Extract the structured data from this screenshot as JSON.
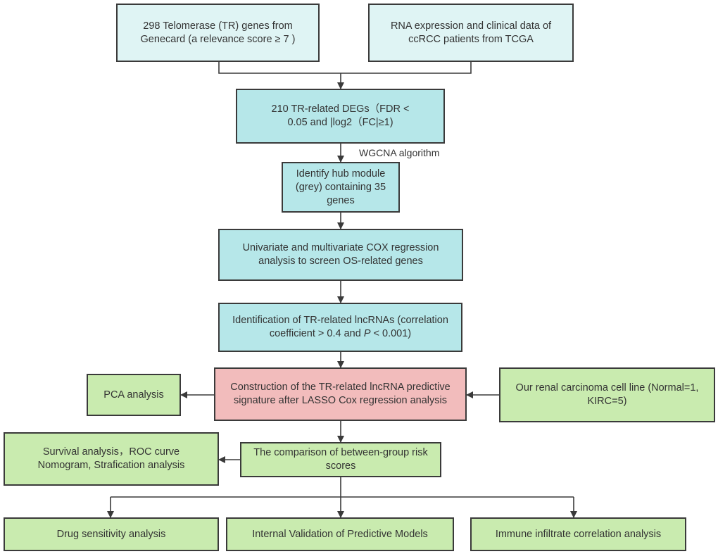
{
  "boxes": {
    "genecard": "298 Telomerase (TR) genes from Genecard (a relevance score ≥ 7 )",
    "tcga": "RNA expression and clinical data of ccRCC patients from TCGA",
    "degs": "210 TR-related DEGs（FDR < 0.05 and |log2（FC|≥1)",
    "hub": "Identify hub module (grey) containing 35 genes",
    "cox": "Univariate and multivariate COX regression analysis to screen OS-related genes",
    "lnc_pre": "Identification of TR-related lncRNAs (correlation coefficient > 0.4 and ",
    "lnc_p": "P",
    "lnc_post": " < 0.001)",
    "signature": "Construction of the TR-related lncRNA predictive signature after LASSO Cox regression analysis",
    "pca": "PCA analysis",
    "cellline": "Our renal carcinoma cell line (Normal=1, KIRC=5)",
    "comparison": "The comparison of between-group risk scores",
    "survival": "Survival analysis，ROC curve Nomogram, Strafication analysis",
    "drug": "Drug sensitivity analysis",
    "internal": "Internal Validation of Predictive Models",
    "immune": "Immune infiltrate correlation analysis"
  },
  "labels": {
    "wgcna": "WGCNA algorithm"
  },
  "colors": {
    "light": "#dff4f4",
    "teal": "#b6e7e9",
    "pink": "#f2bcbc",
    "green": "#c9ebaf",
    "border": "#3a3a3a"
  }
}
